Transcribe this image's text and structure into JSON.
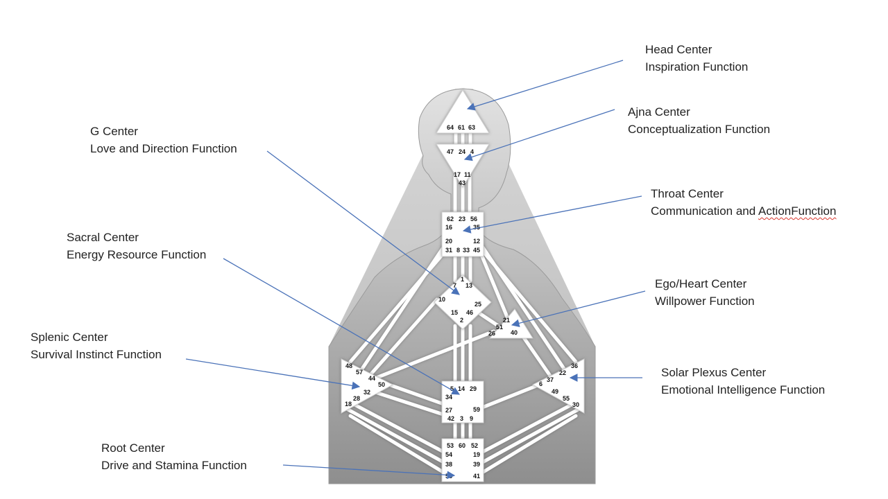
{
  "labels": {
    "head": {
      "title": "Head Center",
      "function": "Inspiration Function"
    },
    "ajna": {
      "title": "Ajna Center",
      "function": "Conceptualization Function"
    },
    "g": {
      "title": "G Center",
      "function": "Love and Direction Function"
    },
    "throat": {
      "title": "Throat Center",
      "function_prefix": "Communication and ",
      "function_flagged": "ActionFunction"
    },
    "sacral": {
      "title": "Sacral Center",
      "function": "Energy Resource Function"
    },
    "ego": {
      "title": "Ego/Heart Center",
      "function": "Willpower  Function"
    },
    "splenic": {
      "title": "Splenic  Center",
      "function": "Survival Instinct Function"
    },
    "solar": {
      "title": "Solar Plexus Center",
      "function": "Emotional Intelligence Function"
    },
    "root": {
      "title": "Root Center",
      "function": "Drive and Stamina Function"
    }
  },
  "gates": {
    "head": [
      "64",
      "61",
      "63"
    ],
    "ajna": [
      "47",
      "24",
      "4",
      "17",
      "11",
      "43"
    ],
    "throat": [
      "62",
      "23",
      "56",
      "16",
      "35",
      "20",
      "12",
      "31",
      "8",
      "33",
      "45"
    ],
    "g": [
      "1",
      "7",
      "13",
      "10",
      "25",
      "15",
      "46",
      "2"
    ],
    "ego": [
      "21",
      "51",
      "26",
      "40"
    ],
    "spleen": [
      "48",
      "57",
      "44",
      "50",
      "32",
      "28",
      "18"
    ],
    "sacral": [
      "5",
      "14",
      "29",
      "34",
      "27",
      "59",
      "42",
      "3",
      "9"
    ],
    "solar": [
      "36",
      "22",
      "37",
      "6",
      "49",
      "55",
      "30"
    ],
    "root": [
      "53",
      "60",
      "52",
      "54",
      "19",
      "38",
      "39",
      "58",
      "41"
    ]
  },
  "colors": {
    "arrow": "#4a72b8",
    "bodyDark": "#8f8f8f",
    "bodyLight": "#d2d2d2",
    "channel": "#ffffff",
    "centerFill": "#ffffff",
    "spellcheck": "#d9342b"
  }
}
